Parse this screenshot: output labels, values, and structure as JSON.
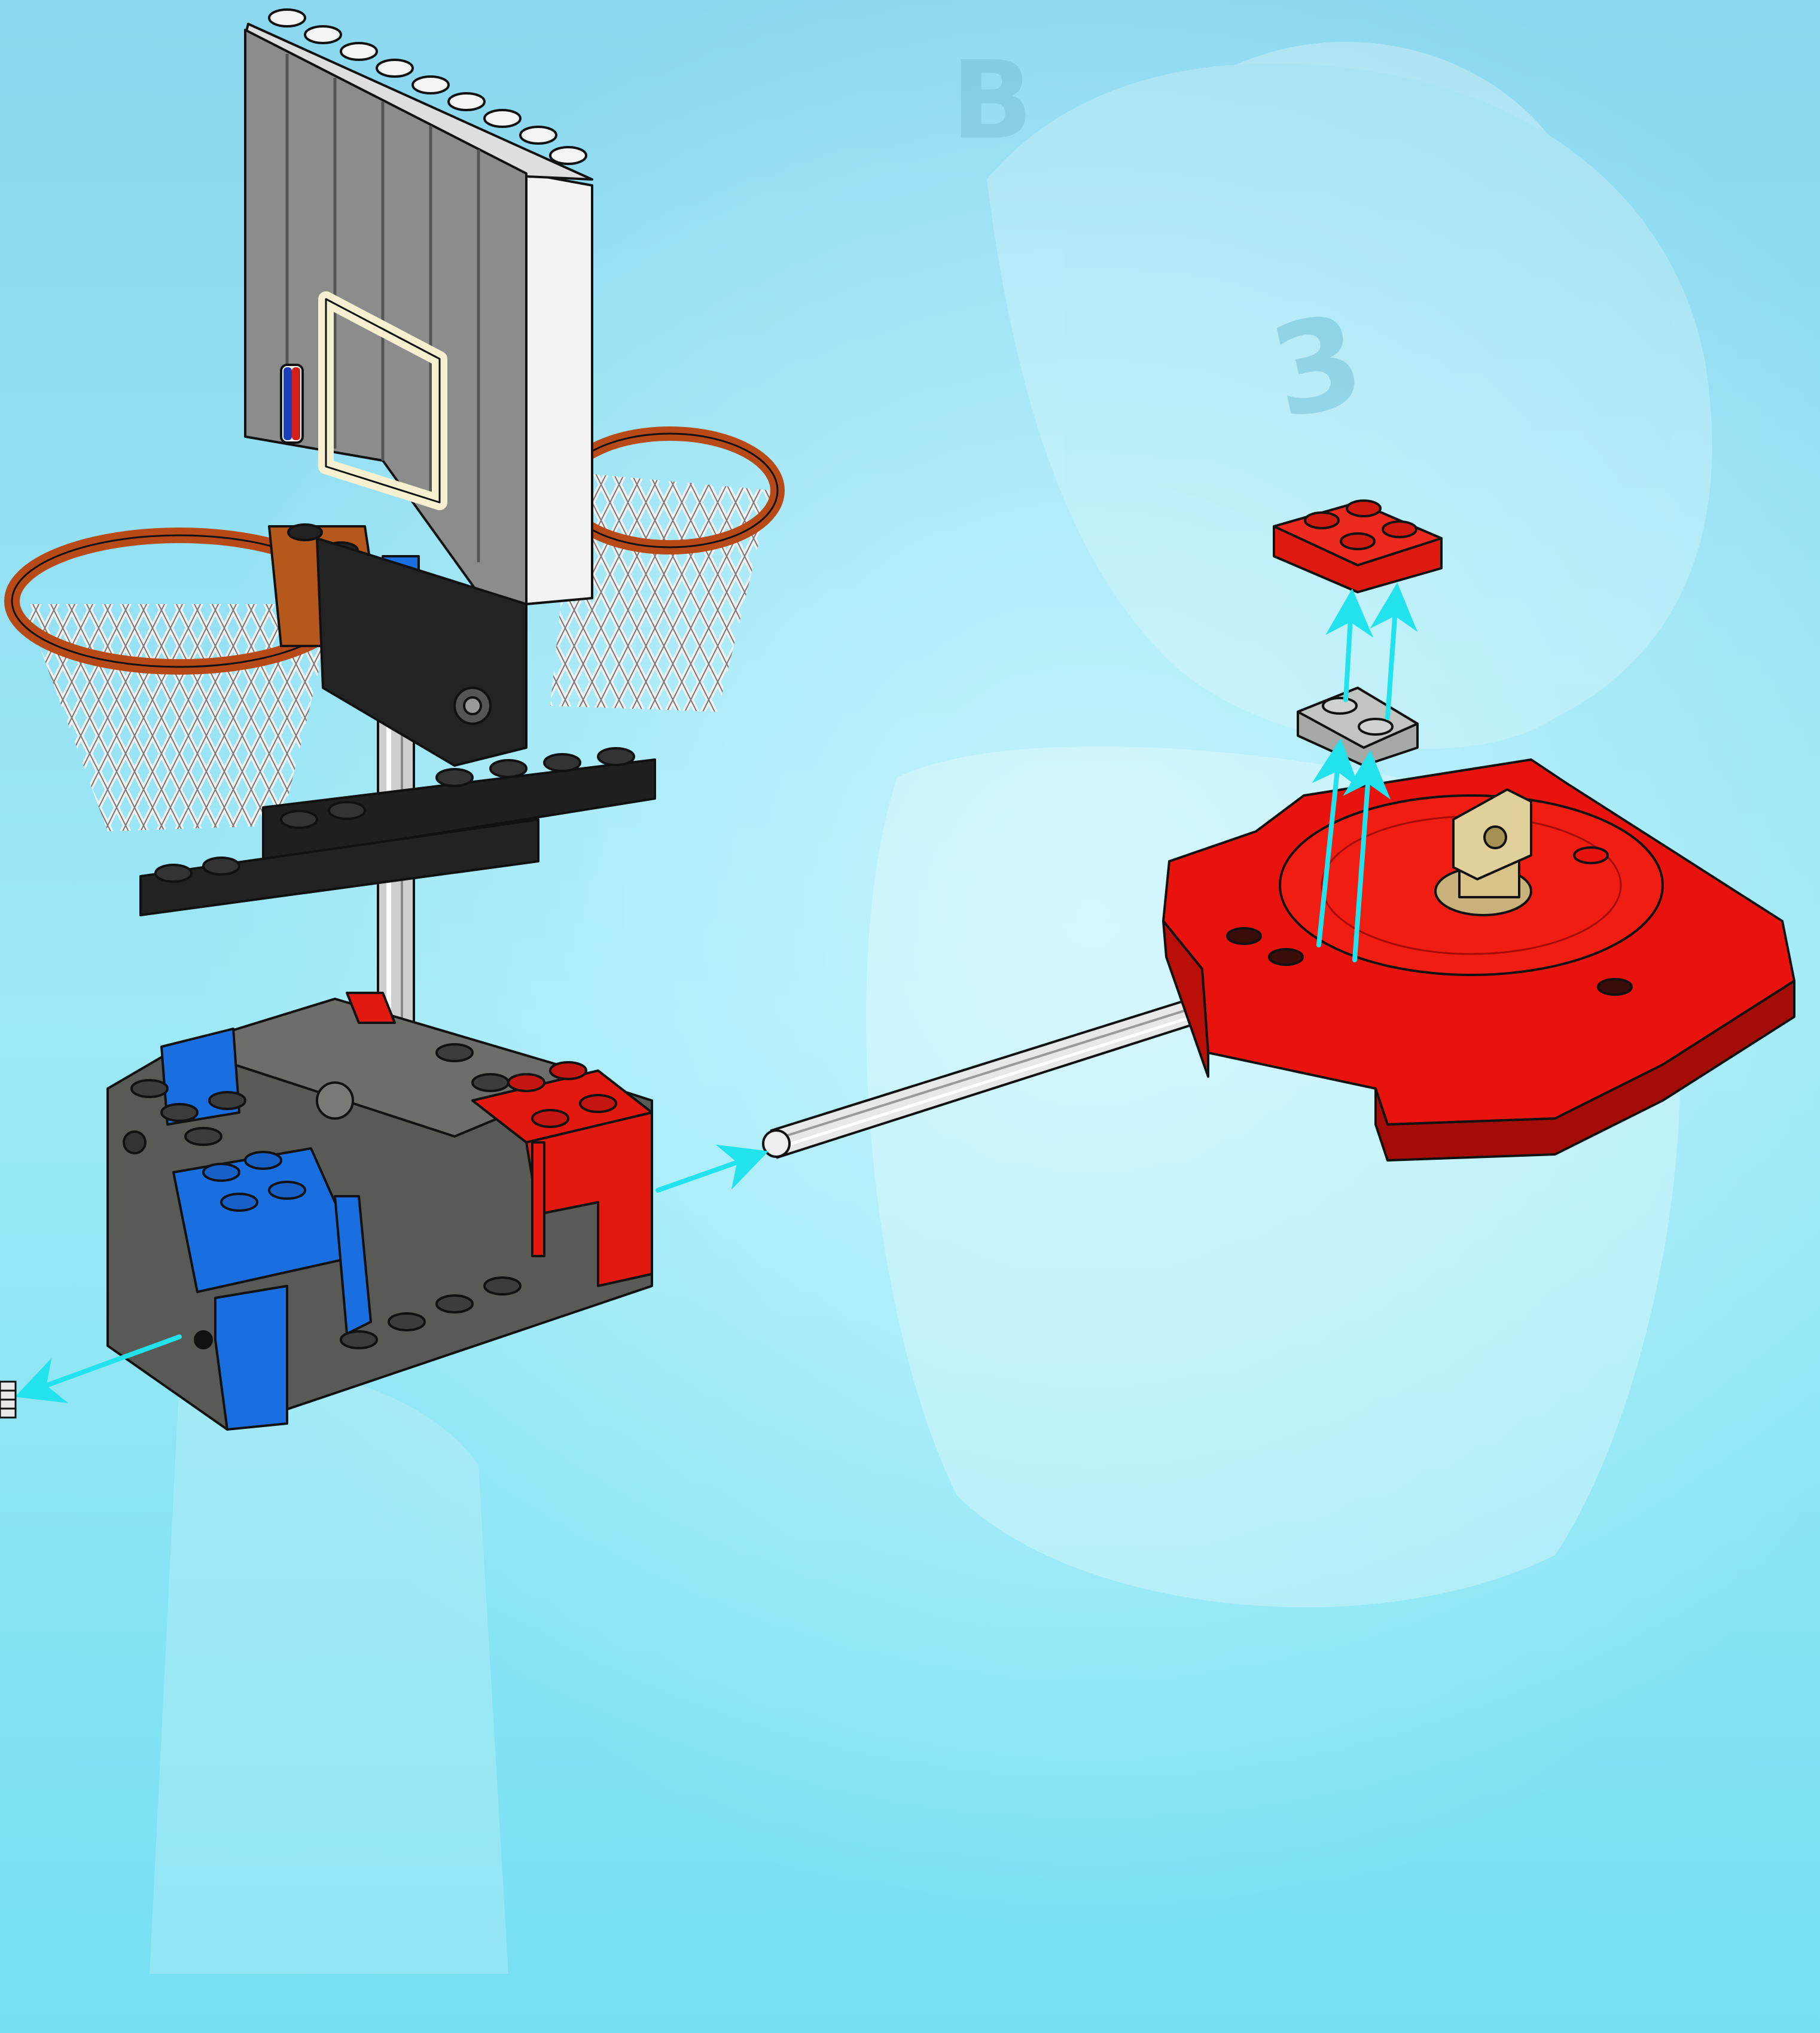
{
  "page": {
    "type": "building-instructions-page",
    "background_color": "#7fdcf2",
    "arrow_color": "#22e2ee"
  },
  "backdrop": {
    "jersey_number": "3",
    "jersey_lettering": "B"
  },
  "backboard": {
    "logo_icon": "nba-logo-icon",
    "frame_color": "#f4f0d0"
  },
  "parts": {
    "red_plate_color": "#dd1a10",
    "gray_plate_color": "#a7a9a6",
    "turntable_color": "#e8130c",
    "turntable_knob_color": "#d8c489",
    "axle_color": "#e8e8e8",
    "base_gray": "#555553",
    "base_blue": "#1a6fe0",
    "base_red": "#e2190f"
  }
}
